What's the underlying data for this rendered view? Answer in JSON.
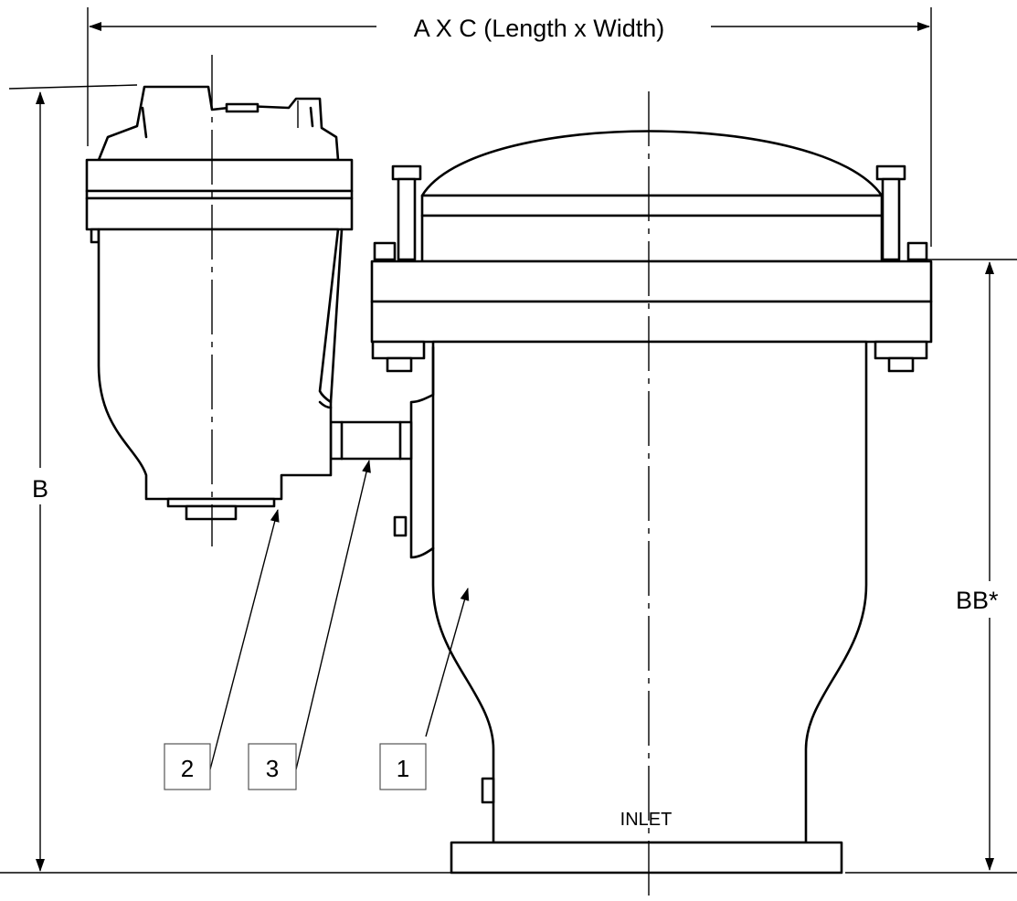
{
  "dimensions": {
    "top": "A X C (Length x Width)",
    "left": "B",
    "right": "BB*"
  },
  "callouts": [
    {
      "id": "2",
      "label": "2"
    },
    {
      "id": "3",
      "label": "3"
    },
    {
      "id": "1",
      "label": "1"
    }
  ],
  "labels": {
    "inlet": "INLET"
  }
}
